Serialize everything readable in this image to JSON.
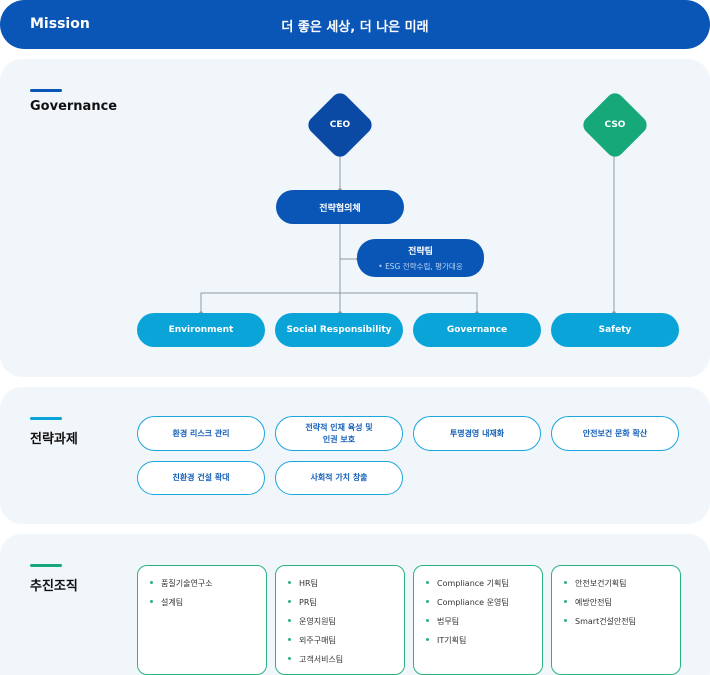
{
  "mission": {
    "label": "Mission",
    "text": "더 좋은 세상, 더 나은 미래"
  },
  "governance": {
    "title": "Governance",
    "ceo": "CEO",
    "cso": "CSO",
    "council": "전략협의체",
    "strategy_team": {
      "name": "전략팀",
      "detail": "ESG 전략수립, 평가대응"
    },
    "committees": [
      "Environment",
      "Social Responsibility",
      "Governance",
      "Safety"
    ]
  },
  "strategy": {
    "title": "전략과제",
    "row1": [
      "환경 리스크 관리",
      "전략적 인재 육성 및\n인권 보호",
      "투명경영 내재화",
      "안전보건 문화 확산"
    ],
    "row2": [
      "친환경 건설 확대",
      "사회적 가치 창출"
    ]
  },
  "organization": {
    "title": "추진조직",
    "columns": [
      [
        "품질기술연구소",
        "설계팀"
      ],
      [
        "HR팀",
        "PR팀",
        "운영지원팀",
        "외주구매팀",
        "고객서비스팀"
      ],
      [
        "Compliance 기획팀",
        "Compliance 운영팀",
        "법무팀",
        "IT기획팀"
      ],
      [
        "안전보건기획팀",
        "예방안전팀",
        "Smart건설안전팀"
      ]
    ]
  },
  "colors": {
    "primary_blue": "#0a56b6",
    "light_blue": "#0aa4d9",
    "green": "#17a87a",
    "panel_bg": "#f1f6fb"
  }
}
